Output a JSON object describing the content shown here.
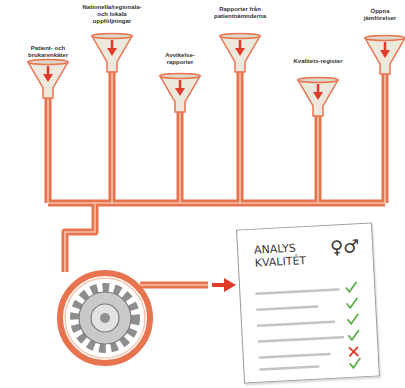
{
  "diagram": {
    "nodes": [
      {
        "text": [
          "ANALYS KVALITÉT",
          "♀♂"
        ]
      }
    ],
    "labels": [
      "Patient- och brukarenkäter",
      "Nationella/regionala- och lokala uppföljningar",
      "Avvikelse-rapporter",
      "Rapporter från patientnämnderna",
      "Kvalitets-register",
      "Öppna jämförelser"
    ]
  }
}
